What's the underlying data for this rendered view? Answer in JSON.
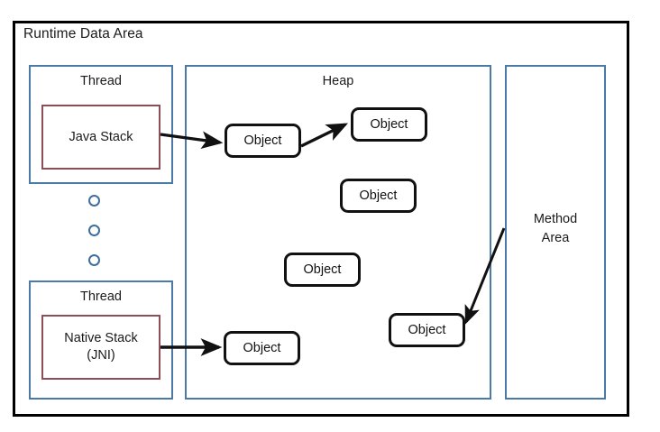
{
  "diagram": {
    "title": "Runtime Data Area",
    "regions": {
      "thread_top": {
        "label": "Thread"
      },
      "thread_bottom": {
        "label": "Thread"
      },
      "heap": {
        "label": "Heap"
      },
      "method_area": {
        "label_line1": "Method",
        "label_line2": "Area"
      }
    },
    "stacks": {
      "java": {
        "label": "Java Stack"
      },
      "native": {
        "label_line1": "Native Stack",
        "label_line2": "(JNI)"
      }
    },
    "objects": [
      {
        "label": "Object"
      },
      {
        "label": "Object"
      },
      {
        "label": "Object"
      },
      {
        "label": "Object"
      },
      {
        "label": "Object"
      },
      {
        "label": "Object"
      }
    ],
    "colors": {
      "outer_border": "#000000",
      "region_border": "#4b7aa8",
      "stack_border": "#8e4e56",
      "object_border": "#111111",
      "dot_border": "#3e6f9e",
      "arrow": "#111111",
      "text": "#1a1a1a",
      "background": "#ffffff"
    },
    "ellipsis_dots": 3
  }
}
